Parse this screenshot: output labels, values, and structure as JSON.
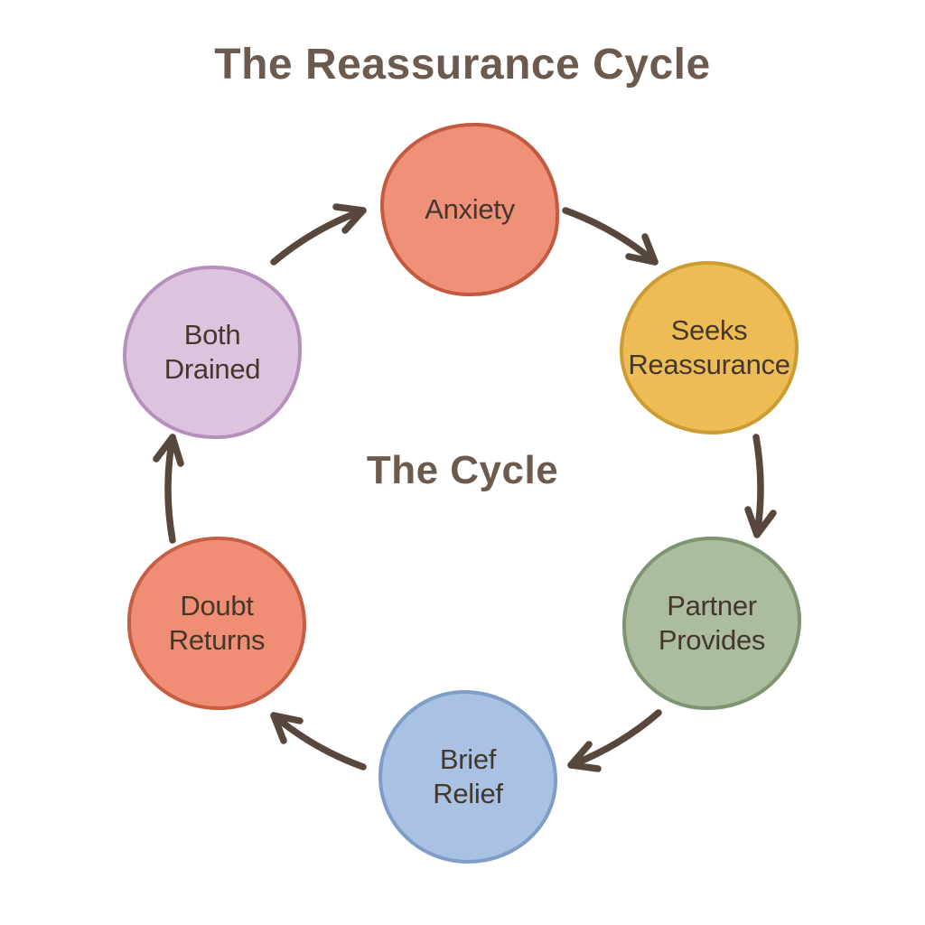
{
  "title": "The Reassurance Cycle",
  "center_label": "The Cycle",
  "title_color": "#6B5A4D",
  "node_text_color": "#44372C",
  "arrow_color": "#57473C",
  "background_color": "#FFFFFF",
  "cycle_steps": [
    {
      "id": "anxiety",
      "lines": [
        "Anxiety"
      ],
      "fill": "#EF9078",
      "border": "#C3593E"
    },
    {
      "id": "seeks-reassurance",
      "lines": [
        "Seeks",
        "Reassurance"
      ],
      "fill": "#EDBC55",
      "border": "#CC9B31"
    },
    {
      "id": "partner-provides",
      "lines": [
        "Partner",
        "Provides"
      ],
      "fill": "#ABBC9F",
      "border": "#7F9471"
    },
    {
      "id": "brief-relief",
      "lines": [
        "Brief",
        "Relief"
      ],
      "fill": "#A9C2E3",
      "border": "#7E9DC7"
    },
    {
      "id": "doubt-returns",
      "lines": [
        "Doubt",
        "Returns"
      ],
      "fill": "#EF8E75",
      "border": "#C75E43"
    },
    {
      "id": "both-drained",
      "lines": [
        "Both",
        "Drained"
      ],
      "fill": "#DCC4DF",
      "border": "#B78FBD"
    }
  ]
}
